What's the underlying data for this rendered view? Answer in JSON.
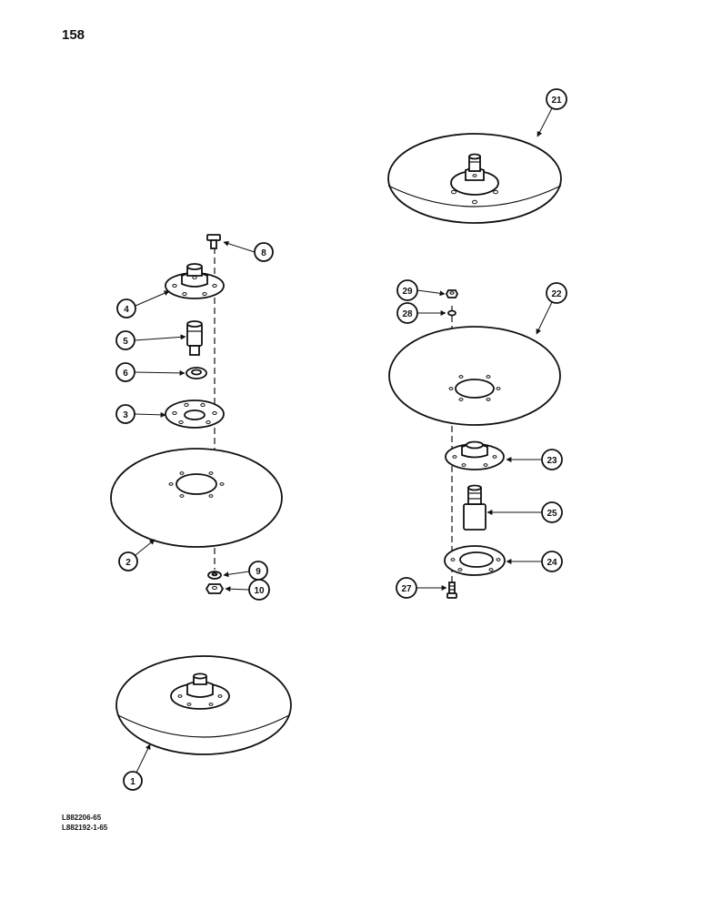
{
  "page_number": "158",
  "drawing_codes": [
    "L882206-65",
    "L882192-1-65"
  ],
  "callouts": [
    {
      "id": "1"
    },
    {
      "id": "2"
    },
    {
      "id": "3"
    },
    {
      "id": "4"
    },
    {
      "id": "5"
    },
    {
      "id": "6"
    },
    {
      "id": "8"
    },
    {
      "id": "9"
    },
    {
      "id": "10"
    },
    {
      "id": "21"
    },
    {
      "id": "22"
    },
    {
      "id": "23"
    },
    {
      "id": "24"
    },
    {
      "id": "25"
    },
    {
      "id": "27"
    },
    {
      "id": "28"
    },
    {
      "id": "29"
    }
  ]
}
